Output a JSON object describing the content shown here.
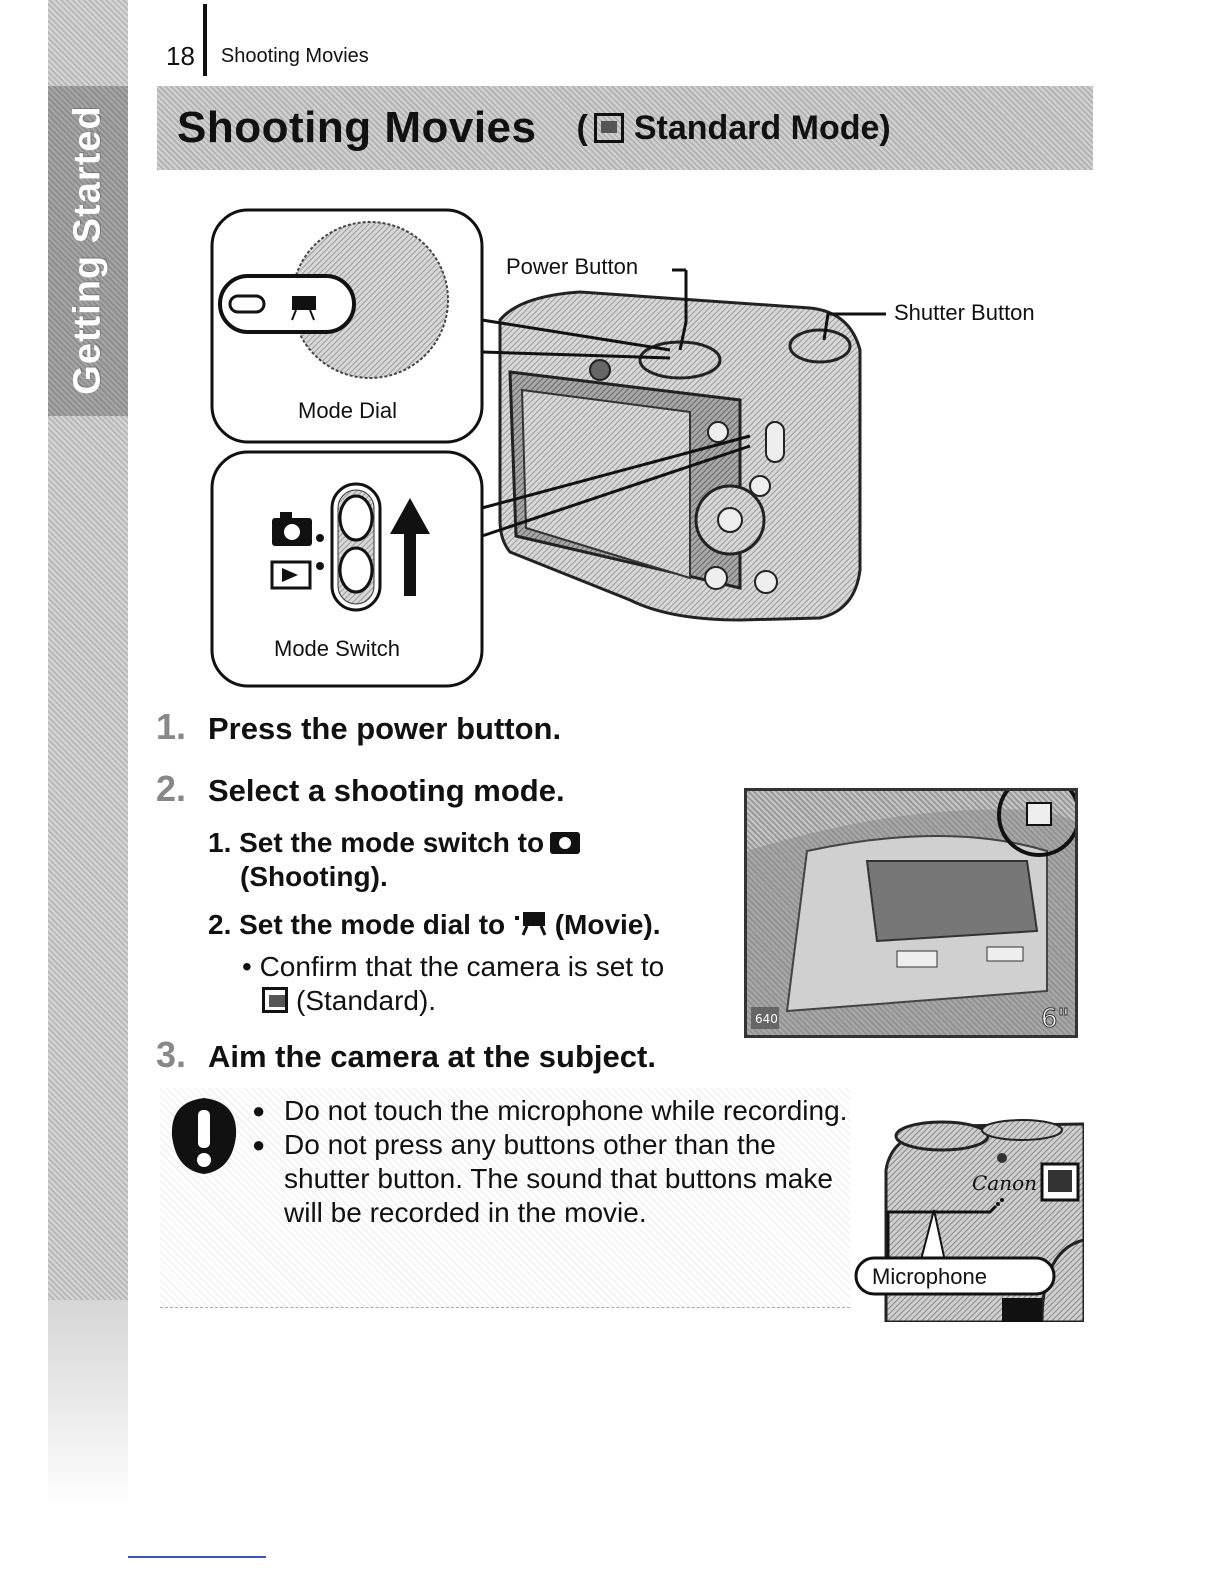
{
  "side_tab": {
    "label": "Getting Started"
  },
  "header": {
    "page_number": "18",
    "running_head": "Shooting Movies"
  },
  "title": {
    "main": "Shooting Movies",
    "sub_open": "(",
    "sub": "Standard Mode)"
  },
  "figure": {
    "power_button": "Power Button",
    "shutter_button": "Shutter Button",
    "mode_dial": "Mode Dial",
    "mode_switch": "Mode Switch"
  },
  "steps": [
    {
      "num": "1.",
      "text": "Press the power button."
    },
    {
      "num": "2.",
      "text": "Select a shooting mode."
    },
    {
      "num": "3.",
      "text": "Aim the camera at the subject."
    }
  ],
  "substeps": {
    "s1_line1": "1. Set the mode switch to",
    "s1_line2": "(Shooting).",
    "s2_pre": "2. Set the mode dial to",
    "s2_post": "(Movie).",
    "bullet_line1": "• Confirm that the camera is set to",
    "bullet_line2": "(Standard)."
  },
  "screen": {
    "left_badge": "640",
    "right_badge": "6\""
  },
  "caution": {
    "items": [
      "Do not touch the microphone while recording.",
      "Do not press any buttons other than the shutter button. The sound that buttons make will be recorded in the movie."
    ]
  },
  "mic_photo": {
    "label": "Microphone",
    "brand": "Canon"
  }
}
